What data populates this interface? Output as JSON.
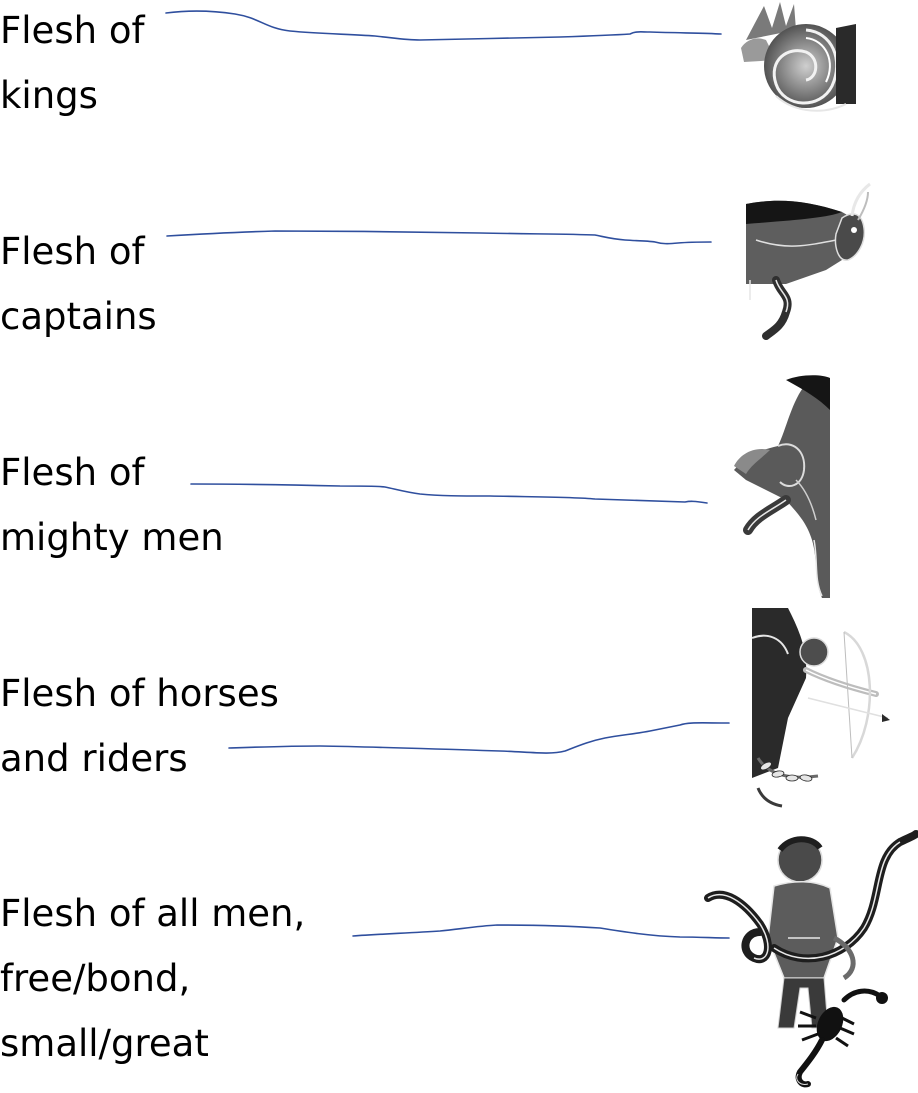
{
  "labels": [
    {
      "lines": [
        "Flesh of",
        "kings"
      ]
    },
    {
      "lines": [
        "Flesh of",
        "captains"
      ]
    },
    {
      "lines": [
        "Flesh of",
        "mighty men"
      ]
    },
    {
      "lines": [
        "Flesh of horses",
        "and riders"
      ]
    },
    {
      "lines": [
        "Flesh of all men,",
        "free/bond,",
        "small/great"
      ]
    }
  ],
  "pictures": [
    {
      "icon": "capricorn-goat-fish-icon"
    },
    {
      "icon": "taurus-bull-icon"
    },
    {
      "icon": "aries-ram-icon"
    },
    {
      "icon": "sagittarius-archer-icon"
    },
    {
      "icon": "ophiuchus-serpent-bearer-scorpion-icon"
    }
  ],
  "colors": {
    "connector": "#2f4f9e",
    "text": "#000000",
    "picture_dark": "#1e1e1e",
    "picture_mid": "#6b6b6b",
    "picture_light": "#dcdcdc"
  }
}
